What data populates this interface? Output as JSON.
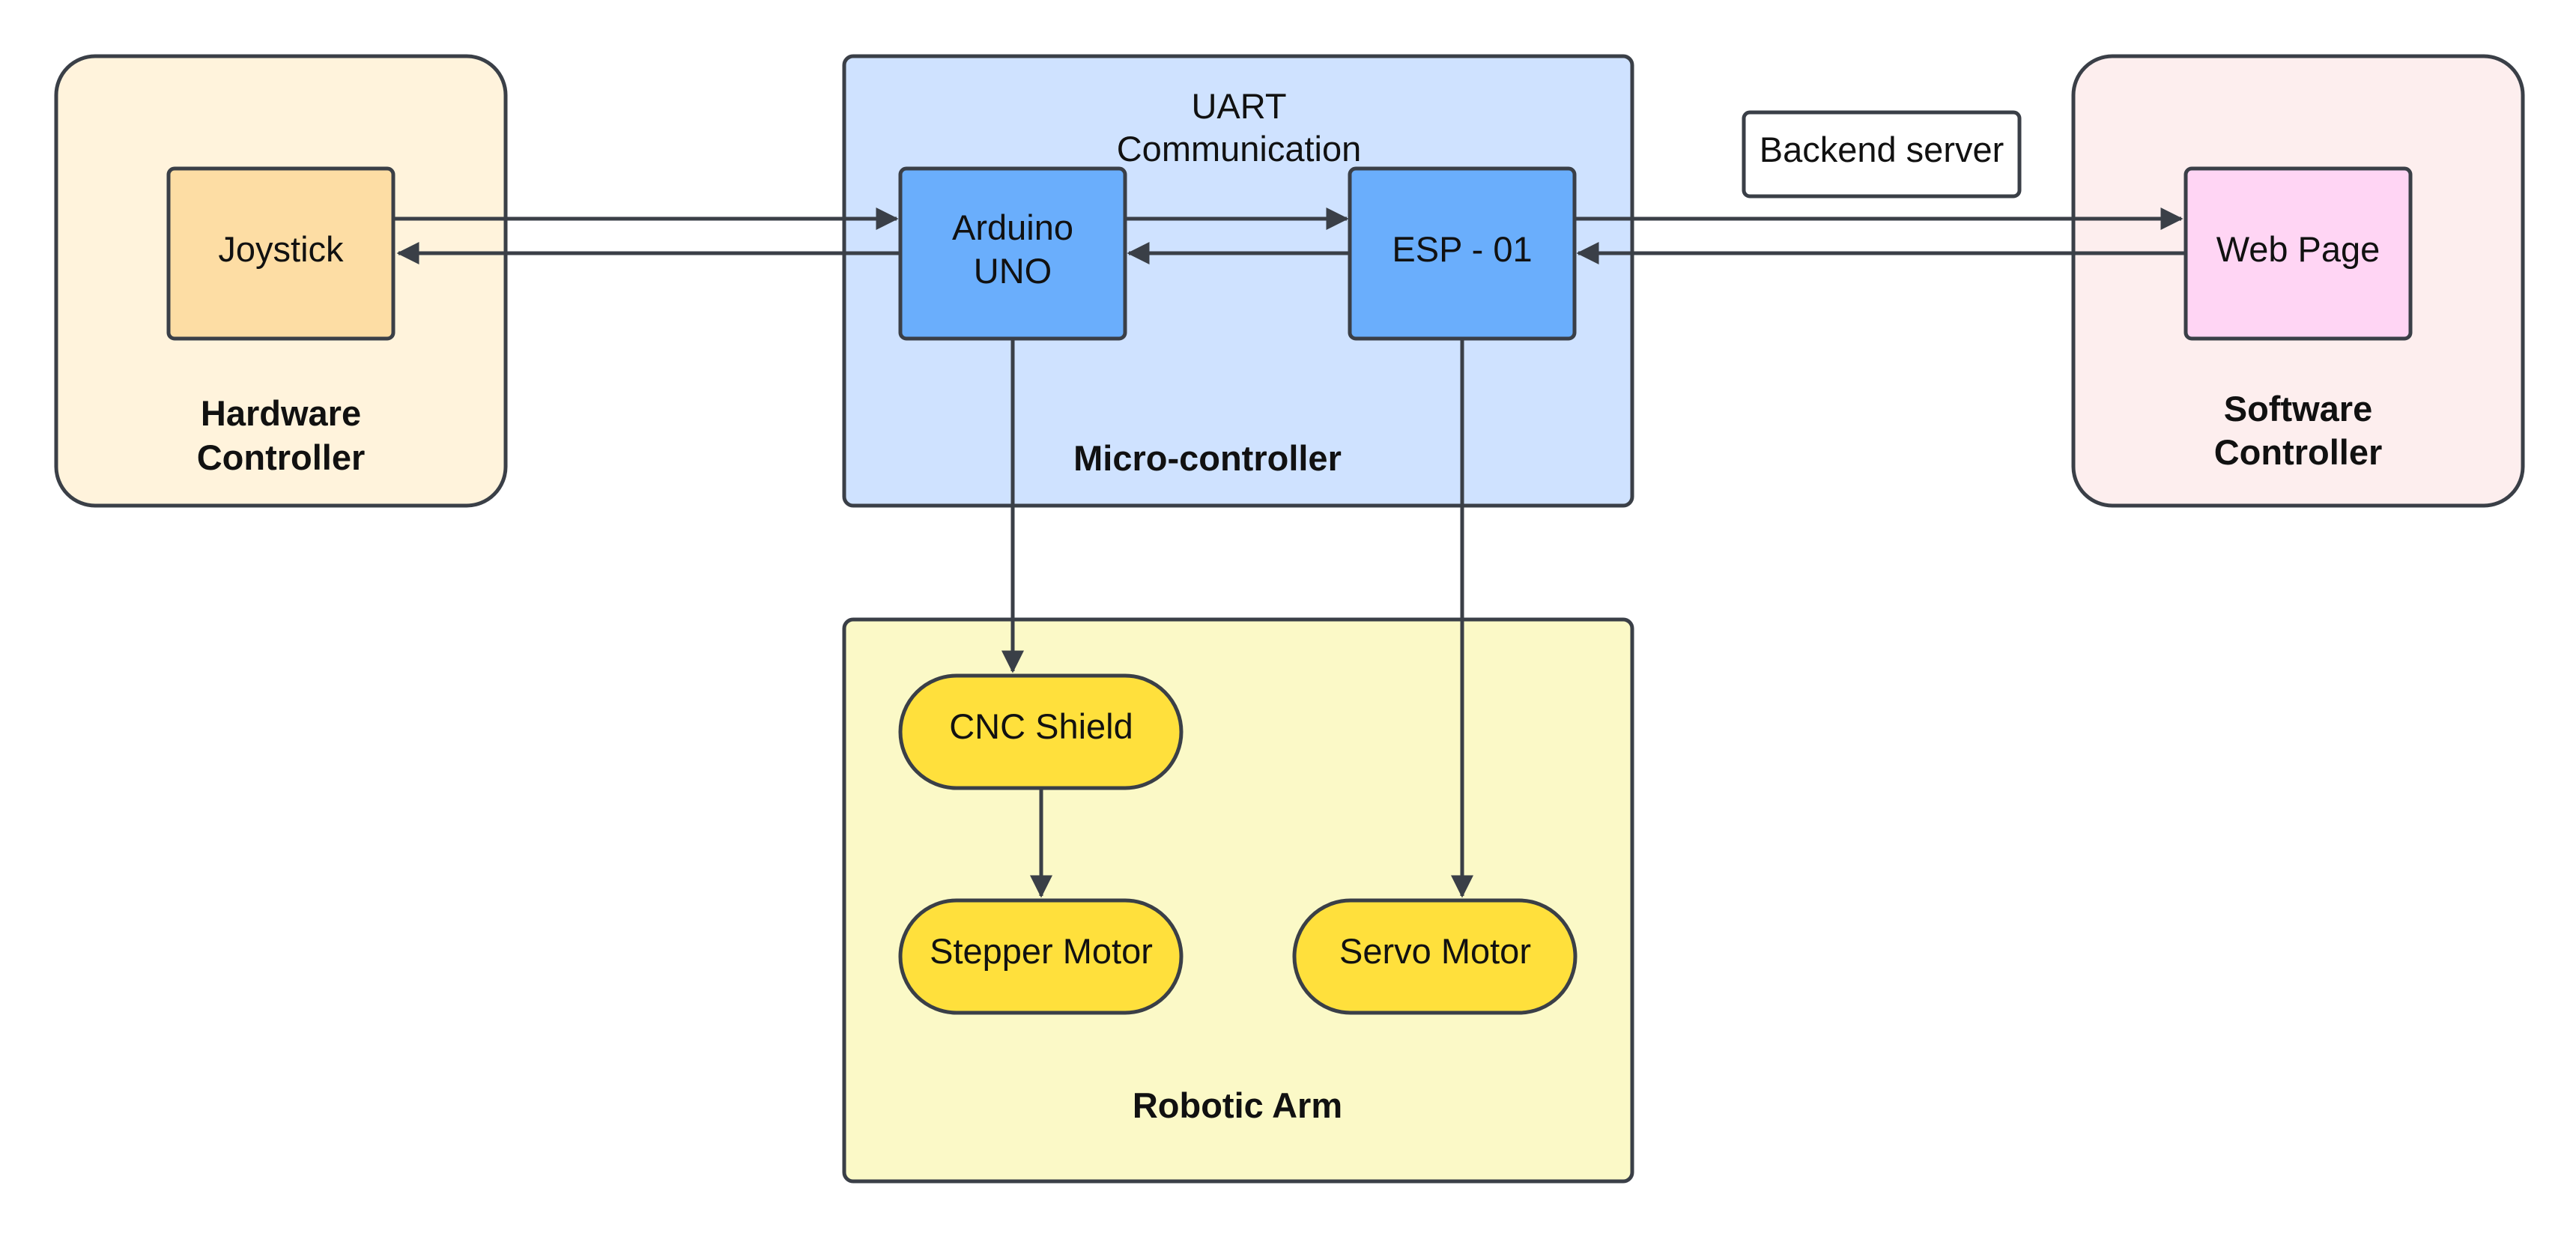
{
  "groups": {
    "hardware": {
      "label_line1": "Hardware",
      "label_line2": "Controller"
    },
    "microcontroller": {
      "label": "Micro-controller",
      "note_line1": "UART",
      "note_line2": "Communication"
    },
    "software": {
      "label_line1": "Software",
      "label_line2": "Controller"
    },
    "robotic_arm": {
      "label": "Robotic Arm"
    }
  },
  "nodes": {
    "joystick": "Joystick",
    "arduino_line1": "Arduino",
    "arduino_line2": "UNO",
    "esp": "ESP - 01",
    "web_page": "Web Page",
    "cnc_shield": "CNC Shield",
    "stepper_motor": "Stepper Motor",
    "servo_motor": "Servo Motor"
  },
  "edge_labels": {
    "backend_server": "Backend server"
  },
  "colors": {
    "hardware_fill": "#fff3dc",
    "joystick_fill": "#fddda4",
    "micro_fill": "#cfe2ff",
    "mcu_node_fill": "#6aaefc",
    "software_fill": "#fdeeee",
    "web_page_fill": "#ffd5f4",
    "arm_fill": "#fbf9c7",
    "arm_node_fill": "#ffe03c",
    "line": "#3a3f47"
  }
}
